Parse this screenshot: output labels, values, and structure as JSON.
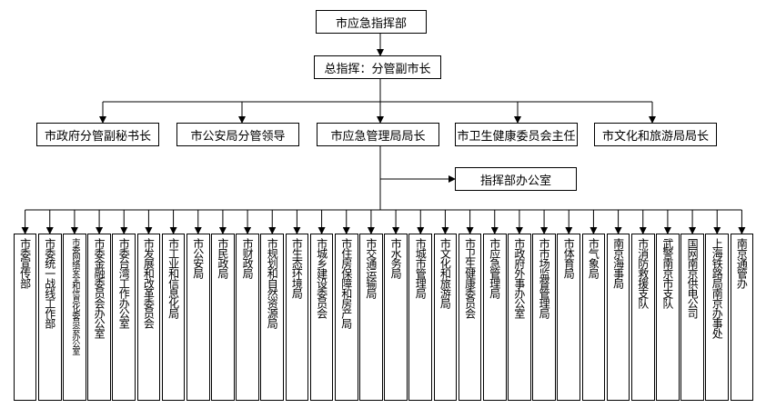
{
  "top": {
    "name": "市应急指挥部"
  },
  "commander": {
    "name": "总指挥：分管副市长"
  },
  "deputies": [
    {
      "name": "市政府分管副秘书长"
    },
    {
      "name": "市公安局分管领导"
    },
    {
      "name": "市应急管理局局长"
    },
    {
      "name": "市卫生健康委员会主任"
    },
    {
      "name": "市文化和旅游局局长"
    }
  ],
  "office": {
    "name": "指挥部办公室"
  },
  "members": [
    "市委宣传部",
    "市委统一战线工作部",
    "市委网络安全和信息化委员会办公室",
    "市委金融委员会办公室",
    "市委台湾工作办公室",
    "市发展和改革委员会",
    "市工业和信息化局",
    "市公安局",
    "市民政局",
    "市财政局",
    "市规划和自然资源局",
    "市生态环境局",
    "市城乡建设委员会",
    "市住房保障和房产局",
    "市交通运输局",
    "市水务局",
    "市城市管理局",
    "市文化和旅游局",
    "市卫生健康委员会",
    "市应急管理局",
    "市政府外事办公室",
    "市市场监督管理局",
    "市体育局",
    "市气象局",
    "南京海事局",
    "市消防救援支队",
    "武警南京市支队",
    "国网南京供电公司",
    "上海铁路局南京办事处",
    "南京通管办"
  ],
  "colors": {
    "line": "#000000",
    "box_border": "#000000",
    "background": "#ffffff"
  }
}
